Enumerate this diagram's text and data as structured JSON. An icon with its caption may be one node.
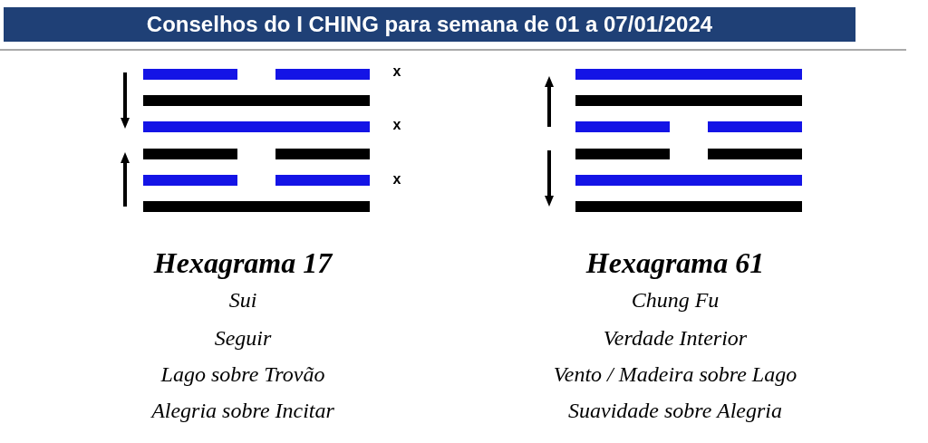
{
  "diagram": {
    "title": "Conselhos do I CHING para semana de 01 a 07/01/2024",
    "labels": [
      "x",
      "x",
      "x",
      "Hexagrama 17",
      "Sui",
      "Seguir",
      "Lago sobre Trovão",
      "Alegria sobre Incitar",
      "Hexagrama 61",
      "Chung Fu",
      "Verdade Interior",
      "Vento / Madeira sobre Lago",
      "Suavidade sobre Alegria"
    ]
  }
}
